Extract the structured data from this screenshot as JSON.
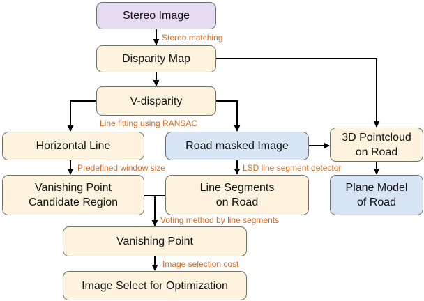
{
  "nodes": {
    "stereo_image": "Stereo Image",
    "disparity_map": "Disparity Map",
    "v_disparity": "V-disparity",
    "horizontal_line": "Horizontal Line",
    "road_masked_image": "Road masked Image",
    "pointcloud": "3D Pointcloud\non Road",
    "vp_candidate": "Vanishing Point\nCandidate Region",
    "line_segments": "Line Segments\non Road",
    "plane_model": "Plane Model\nof Road",
    "vanishing_point": "Vanishing Point",
    "image_select": "Image Select for Optimization"
  },
  "edge_labels": {
    "stereo_matching": "Stereo matching",
    "line_fitting": "Line fitting using RANSAC",
    "window_size": "Predefined window size",
    "lsd": "LSD line segment detector",
    "voting": "Voting method by line segments",
    "selection_cost": "Image selection cost"
  },
  "colors": {
    "box_default": "#fdf3de",
    "box_input": "#e6dcf2",
    "box_road": "#d6e4f3",
    "edge_label": "#d2691e",
    "arrow": "#000000"
  }
}
